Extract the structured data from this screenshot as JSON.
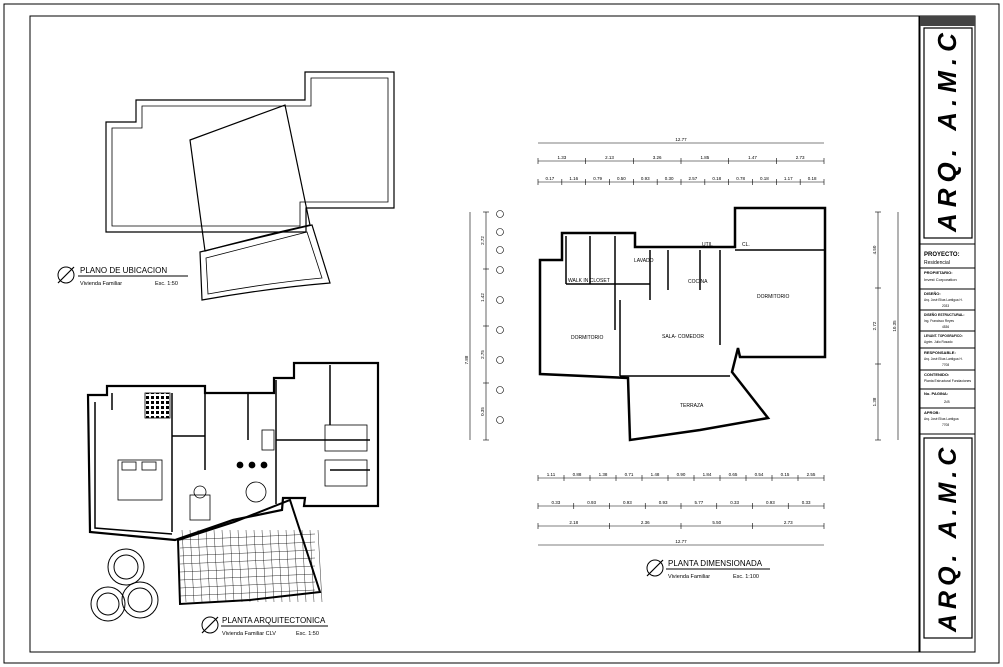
{
  "drawings": {
    "site_plan": {
      "title": "PLANO DE UBICACION",
      "subtitle": "Vivienda Familiar",
      "scale": "Esc. 1:50"
    },
    "arch_plan": {
      "title": "PLANTA ARQUITECTONICA",
      "subtitle": "Vivienda Familiar CLV",
      "scale": "Esc. 1:50"
    },
    "dim_plan": {
      "title": "PLANTA DIMENSIONADA",
      "subtitle": "Vivienda Familiar",
      "scale": "Esc. 1:100"
    }
  },
  "rooms": {
    "walk_in": "WALK IN CLOSET",
    "dormitorio_left": "DORMITORIO",
    "sala": "SALA- COMEDOR",
    "cocina": "COCINA",
    "dormitorio_right": "DORMITORIO",
    "terraza": "TERRAZA",
    "util": "UTIL",
    "lavado": "LAVADO",
    "cl": "CL."
  },
  "dimensions": {
    "overall": "12.77",
    "top_row1": [
      "1.33",
      "2.13",
      "3.26",
      "1.85",
      "1.47",
      "2.73"
    ],
    "top_row2": [
      "0.17",
      "1.16",
      "0.79",
      "0.50",
      "0.93",
      "0.30",
      "2.57",
      "0.18",
      "0.78",
      "0.18",
      "1.17",
      "0.18"
    ],
    "bottom_row1": [
      "1.11",
      "0.88",
      "1.38",
      "0.71",
      "1.48",
      "0.90",
      "1.84",
      "0.65",
      "0.54",
      "0.15",
      "2.55"
    ],
    "bottom_row2": [
      "0.33",
      "0.93",
      "0.93",
      "0.93",
      "5.77",
      "0.33",
      "0.93",
      "0.33"
    ],
    "bottom_row3": [
      "2.18",
      "2.36",
      "5.50",
      "2.73"
    ],
    "bottom_overall": "12.77",
    "left_overall": "7.88",
    "left_parts": [
      "2.72",
      "1.42",
      "2.75",
      "0.35"
    ],
    "right_overall": "10.35",
    "right_parts": [
      "4.50",
      "2.72",
      "1.38"
    ]
  },
  "title_block": {
    "logo_text": "ARQ. A.M.C",
    "proyecto_label": "PROYECTO:",
    "proyecto_value": "Residencial",
    "propietario_label": "PROPIETARIO:",
    "propietario_value": "Invest Corporation",
    "diseno_label": "DISEÑO:",
    "diseno_value": "Arq. José Elías Lantigua H.",
    "diseno_ext": "2033",
    "estructural_label": "DISEÑO ESTRUCTURAL:",
    "estructural_value": "Ing. Francisco Reyes",
    "estructural_ext": "4536",
    "levantamiento_label": "LEVANT. TOPOGRAFICO:",
    "levantamiento_value": "Agrim. Julio Rosado",
    "responsable_label": "RESPONSABLE:",
    "responsable_value": "Arq. José Elías Lantigua H.",
    "responsable_ext": "7708",
    "contenido_label": "CONTENIDO:",
    "contenido_value": "Planta Estructural Fundaciones",
    "pagina_label": "No. PAGINA:",
    "pagina_value": "2/8",
    "aprob_label": "APROB:",
    "aprob_value": "Arq. José Elías Lantigua",
    "aprob_ext": "7708"
  }
}
